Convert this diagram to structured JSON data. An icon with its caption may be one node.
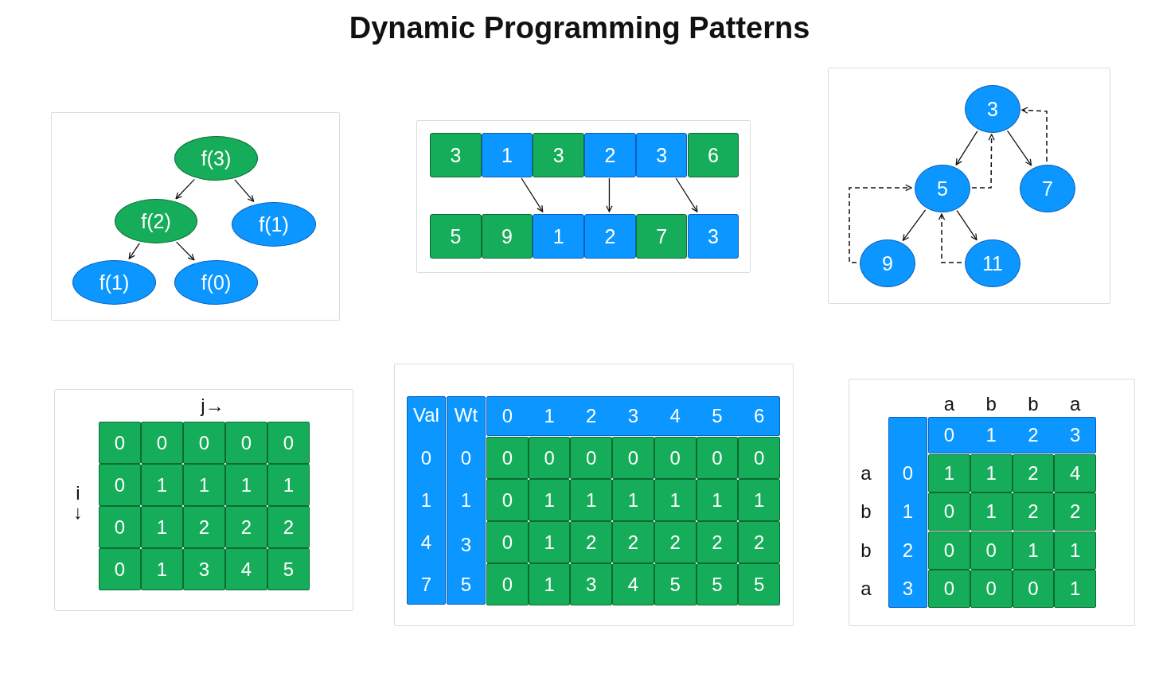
{
  "diagram": {
    "title": "Dynamic Programming Patterns",
    "nodes": [
      {
        "text": [],
        "shape": "box"
      },
      {
        "text": [
          "f(3)"
        ],
        "in": 0
      },
      {
        "text": [
          "f(2)"
        ],
        "in": 0
      },
      {
        "text": [
          "f(1)"
        ],
        "in": 0
      },
      {
        "text": [
          "f(1)"
        ],
        "in": 0
      },
      {
        "text": [
          "f(0)"
        ],
        "in": 0
      },
      {
        "text": [],
        "shape": "box"
      },
      {
        "text": [
          "3"
        ],
        "in": 6
      },
      {
        "text": [
          "1"
        ],
        "in": 6
      },
      {
        "text": [
          "3"
        ],
        "in": 6
      },
      {
        "text": [
          "2"
        ],
        "in": 6
      },
      {
        "text": [
          "3"
        ],
        "in": 6
      },
      {
        "text": [
          "6"
        ],
        "in": 6
      },
      {
        "text": [
          "5"
        ],
        "in": 6
      },
      {
        "text": [
          "9"
        ],
        "in": 6
      },
      {
        "text": [
          "1"
        ],
        "in": 6
      },
      {
        "text": [
          "2"
        ],
        "in": 6
      },
      {
        "text": [
          "7"
        ],
        "in": 6
      },
      {
        "text": [
          "3"
        ],
        "in": 6
      },
      {
        "text": [],
        "shape": "box"
      },
      {
        "text": [
          "3"
        ],
        "in": 19
      },
      {
        "text": [
          "5"
        ],
        "in": 19
      },
      {
        "text": [
          "7"
        ],
        "in": 19
      },
      {
        "text": [
          "9"
        ],
        "in": 19
      },
      {
        "text": [
          "11"
        ],
        "in": 19
      },
      {
        "text": [],
        "shape": "box"
      },
      {
        "text": [],
        "shape": "box"
      },
      {
        "text": [],
        "shape": "box"
      }
    ],
    "edges": [
      {
        "from": 1,
        "to": 2,
        "arrow": "to"
      },
      {
        "from": 1,
        "to": 3,
        "arrow": "to"
      },
      {
        "from": 2,
        "to": 4,
        "arrow": "to"
      },
      {
        "from": 2,
        "to": 5,
        "arrow": "to"
      },
      {
        "from": 8,
        "to": 15,
        "arrow": "to"
      },
      {
        "from": 10,
        "to": 16,
        "arrow": "to"
      },
      {
        "from": 11,
        "to": 18,
        "arrow": "to"
      },
      {
        "from": 20,
        "to": 21,
        "arrow": "to"
      },
      {
        "from": 20,
        "to": 22,
        "arrow": "to"
      },
      {
        "from": 21,
        "to": 23,
        "arrow": "to"
      },
      {
        "from": 21,
        "to": 24,
        "arrow": "to"
      },
      {
        "from": 22,
        "to": 20,
        "arrow": "to",
        "style": "dashed"
      },
      {
        "from": 21,
        "to": 20,
        "arrow": "to",
        "style": "dashed"
      },
      {
        "from": 23,
        "to": 21,
        "arrow": "to",
        "style": "dashed"
      },
      {
        "from": 24,
        "to": 21,
        "arrow": "to",
        "style": "dashed"
      }
    ],
    "labels": [
      "j→",
      "i ↓",
      "0",
      "0",
      "0",
      "0",
      "0",
      "0",
      "1",
      "1",
      "1",
      "1",
      "0",
      "1",
      "2",
      "2",
      "2",
      "0",
      "1",
      "3",
      "4",
      "5",
      "Val",
      "Wt",
      "0",
      "1",
      "2",
      "3",
      "4",
      "5",
      "6",
      "0",
      "0",
      "0",
      "0",
      "0",
      "0",
      "0",
      "0",
      "0",
      "1",
      "1",
      "0",
      "1",
      "1",
      "1",
      "1",
      "1",
      "1",
      "4",
      "3",
      "0",
      "1",
      "2",
      "2",
      "2",
      "2",
      "2",
      "7",
      "5",
      "0",
      "1",
      "3",
      "4",
      "5",
      "5",
      "5",
      "a",
      "b",
      "b",
      "a",
      "0",
      "1",
      "2",
      "3",
      "a",
      "0",
      "1",
      "1",
      "2",
      "4",
      "b",
      "1",
      "0",
      "1",
      "2",
      "2",
      "b",
      "2",
      "0",
      "0",
      "1",
      "1",
      "a",
      "3",
      "0",
      "0",
      "0",
      "1"
    ]
  }
}
